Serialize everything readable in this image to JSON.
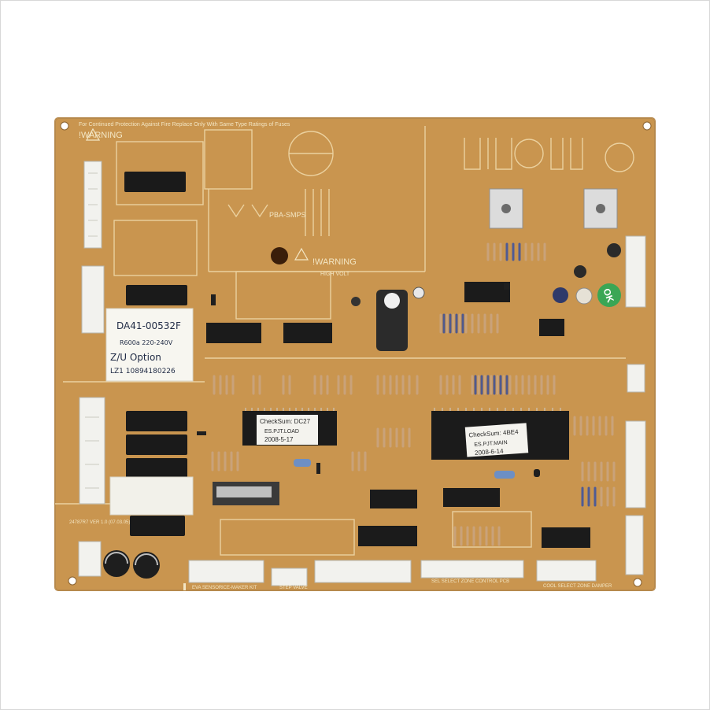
{
  "board": {
    "fuse_notice": "For Continued Protection Against Fire Replace Only With Same Type Ratings of Fuses",
    "warning_top": "!WARNING",
    "warning_mid": "!WARNING",
    "high_volt": "HIGH VOLT",
    "smps_label": "PBA-SMPS",
    "part_sticker": "DA41-00532F",
    "sticker_line2": "R600a 220-240V",
    "sticker_line3": "Z/U Option",
    "sticker_line4": "LZ1 10894180226",
    "chip_left": {
      "checksum": "CheckSum: DC27",
      "name": "ES.PJT.LOAD",
      "date": "2008-5-17"
    },
    "chip_right": {
      "checksum": "CheckSum: 4BE4",
      "name": "ES.PJT.MAIN",
      "date": "2008-6-14"
    },
    "ok_mark": "OK",
    "bottom_labels": [
      "EVA SENSOR",
      "ICE-MAKER KIT",
      "STEP VALVE",
      "SEL SELECT ZONE CONTROL PCB",
      "COOL SELECT ZONE DAMPER"
    ],
    "version": "24787R7 VER 1.0 (07.03.05)"
  }
}
